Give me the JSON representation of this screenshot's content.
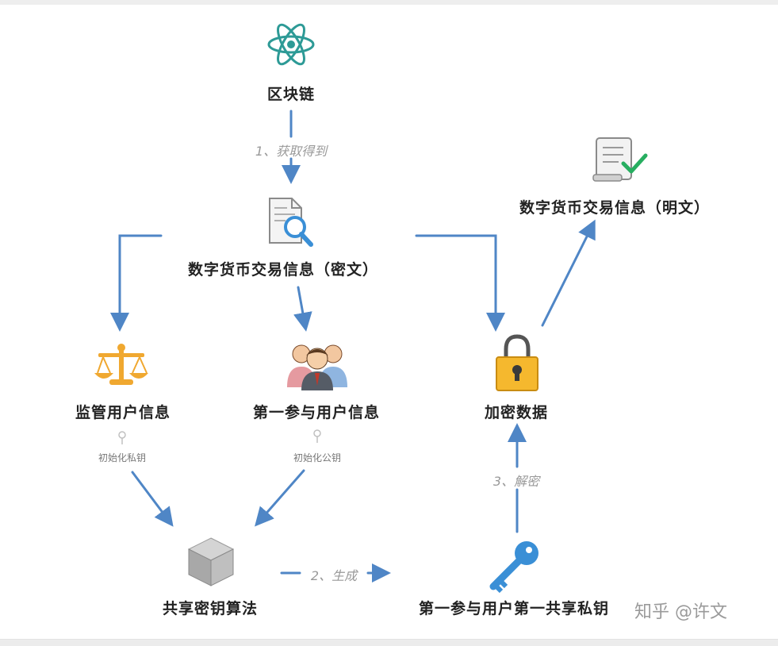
{
  "nodes": {
    "blockchain": "区块链",
    "ciphertext": "数字货币交易信息（密文）",
    "plaintext": "数字货币交易信息（明文）",
    "regulator": "监管用户信息",
    "participant": "第一参与用户信息",
    "encrypted": "加密数据",
    "algorithm": "共享密钥算法",
    "shared_key": "第一参与用户第一共享私钥"
  },
  "edges": {
    "obtain": "1、获取得到",
    "generate": "2、生成",
    "decrypt": "3、解密"
  },
  "annotations": {
    "init_private": "初始化私钥",
    "init_public": "初始化公钥"
  },
  "watermark": "知乎 @许文",
  "colors": {
    "arrow": "#4f86c6",
    "teal": "#2d9a96",
    "gold": "#f0a830",
    "icon_gray": "#8a8a8a",
    "check": "#27ae60"
  },
  "icons": [
    "atom-icon",
    "document-search-icon",
    "scales-icon",
    "users-icon",
    "padlock-icon",
    "key-icon",
    "cube-icon",
    "document-check-icon"
  ]
}
